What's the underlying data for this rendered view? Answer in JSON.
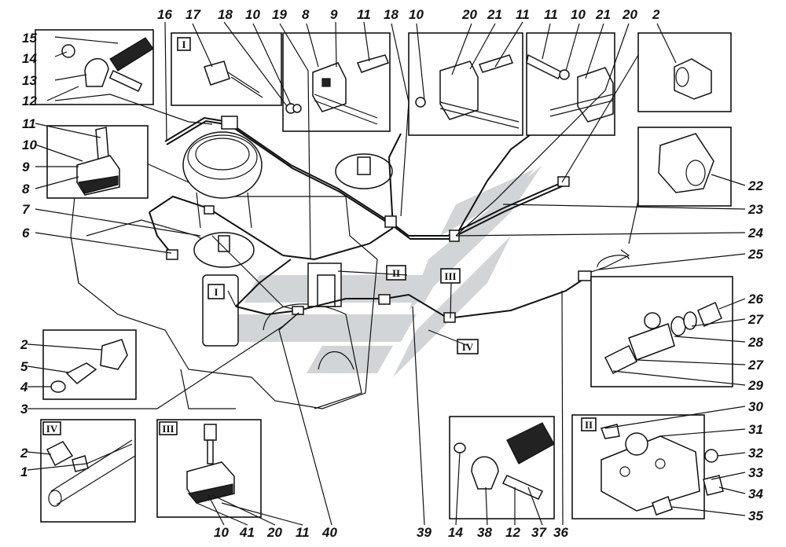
{
  "callouts": {
    "c1": "1",
    "c2": "2",
    "c3": "3",
    "c4": "4",
    "c5": "5",
    "c6": "6",
    "c7": "7",
    "c8": "8",
    "c9": "9",
    "c10": "10",
    "c11": "11",
    "c12": "12",
    "c13": "13",
    "c14": "14",
    "c15": "15",
    "c16": "16",
    "c17": "17",
    "c18": "18",
    "c19": "19",
    "c20": "20",
    "c21": "21",
    "c22": "22",
    "c23": "23",
    "c24": "24",
    "c25": "25",
    "c26": "26",
    "c27": "27",
    "c28": "28",
    "c29": "29",
    "c30": "30",
    "c31": "31",
    "c32": "32",
    "c33": "33",
    "c34": "34",
    "c35": "35",
    "c36": "36",
    "c37": "37",
    "c38": "38",
    "c39": "39",
    "c40": "40",
    "c41": "41"
  },
  "view_markers": {
    "v1": "I",
    "v2": "II",
    "v3": "III",
    "v4": "IV"
  },
  "colors": {
    "ink": "#111111",
    "watermark": "#c9ced1"
  }
}
